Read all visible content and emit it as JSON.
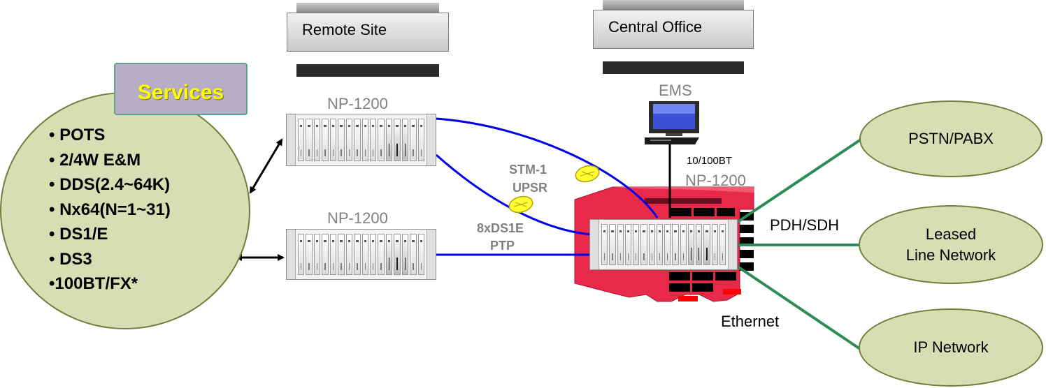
{
  "sites": {
    "remote": "Remote Site",
    "central": "Central Office"
  },
  "services": {
    "title": "Services",
    "items": [
      "• POTS",
      "• 2/4W E&M",
      "• DDS(2.4~64K)",
      "• Nx64(N=1~31)",
      "• DS1/E",
      "• DS3",
      "•100BT/FX*"
    ]
  },
  "devices": {
    "remote_top": "NP-1200",
    "remote_bottom": "NP-1200",
    "central": "NP-1200",
    "ems": "EMS"
  },
  "links": {
    "stm_line1": "STM-1",
    "stm_line2": "UPSR",
    "ds1_line1": "8xDS1E",
    "ds1_line2": "PTP",
    "ems_link": "10/100BT",
    "pdh_sdh": "PDH/SDH",
    "ethernet": "Ethernet"
  },
  "networks": {
    "pstn": "PSTN/PABX",
    "leased_line1": "Leased",
    "leased_line2": "Line Network",
    "ip": "IP Network"
  },
  "colors": {
    "fiber": "#0000e6",
    "network_link": "#2e8b57",
    "central_chassis": "#e8294a",
    "services_fill": "#d8deb4",
    "services_title": "#ffff00",
    "device_label": "#808080"
  }
}
